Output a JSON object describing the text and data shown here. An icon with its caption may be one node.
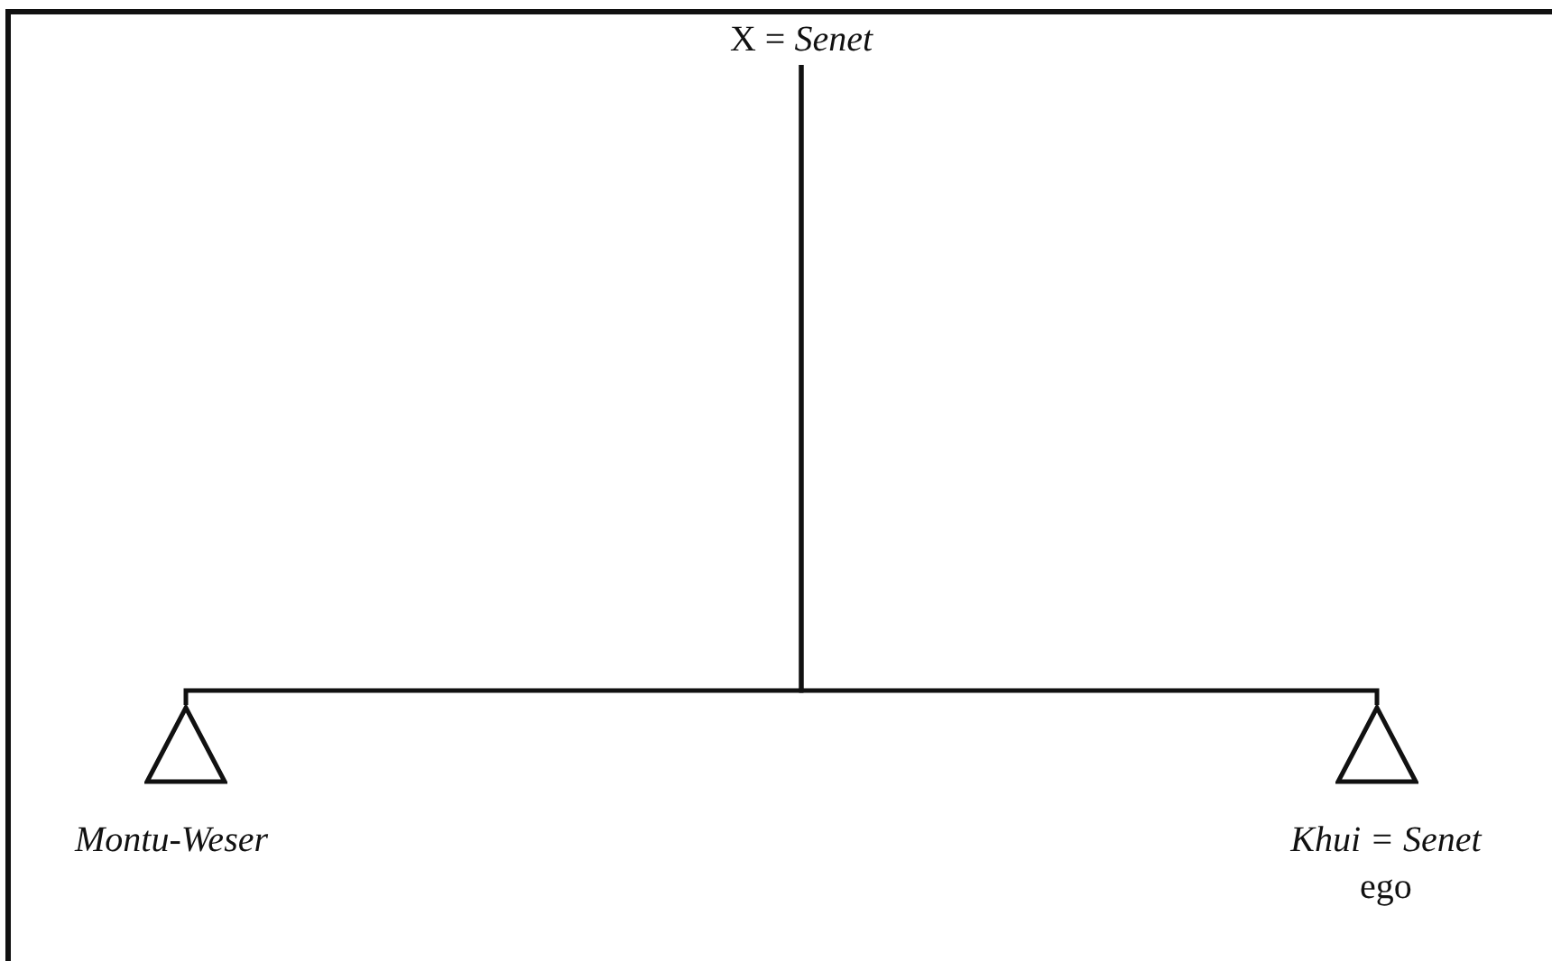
{
  "diagram": {
    "nodes": [
      {
        "text": [
          "X = *Senet*"
        ]
      },
      {
        "text": [],
        "shape": "triangle",
        "beside": [
          "Montu-Weser"
        ]
      },
      {
        "text": [],
        "shape": "triangle",
        "beside": [
          "*Khui* = *Senet*",
          "ego"
        ]
      }
    ],
    "edges": [
      {
        "from": 0,
        "to": 1,
        "arrow": "none"
      },
      {
        "from": 0,
        "to": 2,
        "arrow": "none"
      }
    ]
  }
}
